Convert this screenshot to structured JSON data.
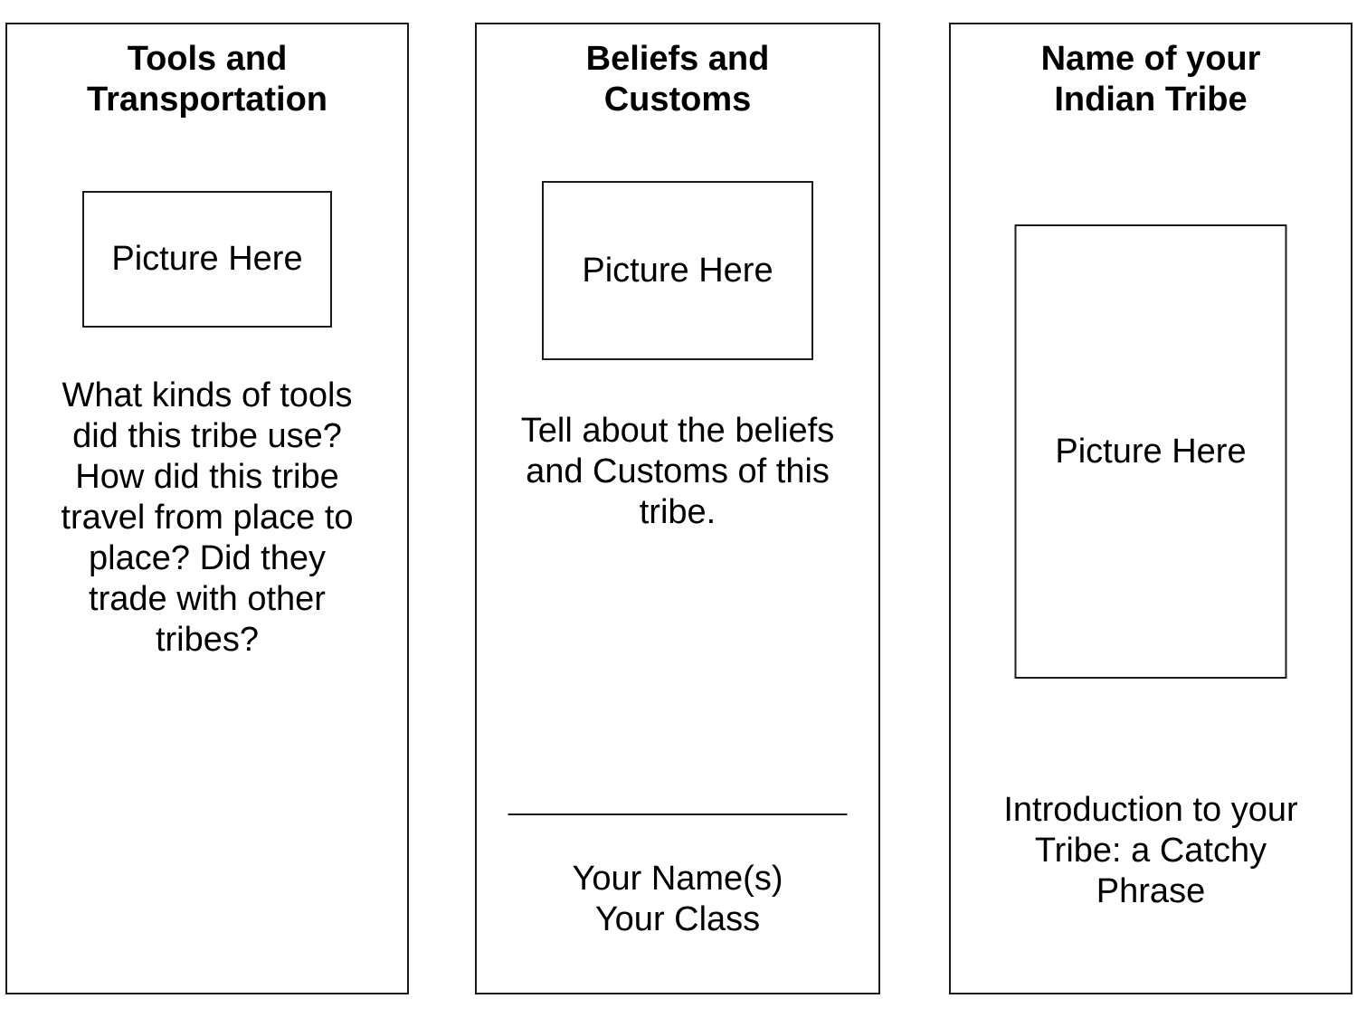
{
  "document": {
    "kind": "tri-fold brochure template",
    "background_color": "#ffffff",
    "text_color": "#000000",
    "border_color": "#1c1c1c"
  },
  "panels": [
    {
      "title": "Tools and\nTransportation",
      "picture_placeholder": "Picture Here",
      "body": "What kinds of tools\ndid this tribe use?\nHow did this tribe\ntravel from place to\nplace? Did they\ntrade with other\ntribes?"
    },
    {
      "title": "Beliefs and\nCustoms",
      "picture_placeholder": "Picture Here",
      "body": "Tell about the beliefs\nand Customs of this\ntribe.",
      "signature": "Your Name(s)\nYour Class"
    },
    {
      "title": "Name of your\nIndian Tribe",
      "picture_placeholder": "Picture Here",
      "body": "Introduction to your\nTribe: a Catchy\nPhrase"
    }
  ]
}
